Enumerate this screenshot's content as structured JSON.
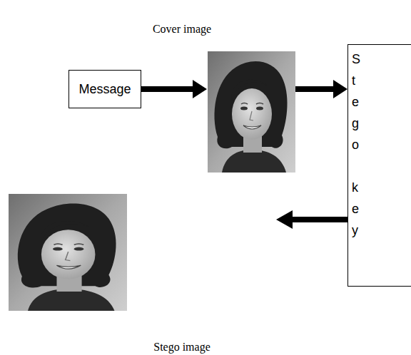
{
  "diagram": {
    "nodes": [
      {
        "text": [
          "Message"
        ]
      },
      {
        "text": [
          "S t e g o",
          "k e y"
        ]
      }
    ],
    "labels": [
      "Cover image",
      "Stego image"
    ]
  }
}
